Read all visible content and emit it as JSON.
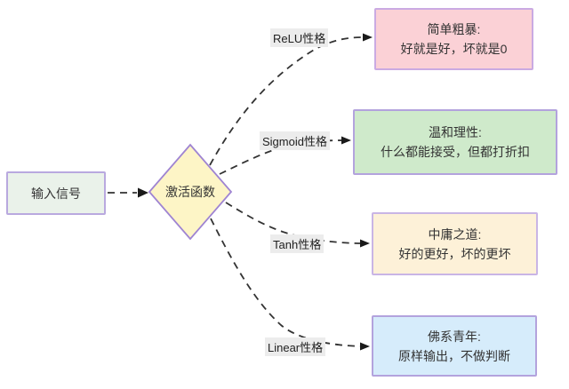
{
  "diagram": {
    "background": "#ffffff",
    "edge_color": "#333333",
    "edge_label_bg": "#ececec",
    "text_color": "#333333",
    "nodes": {
      "input": {
        "label": "输入信号",
        "fill": "#eaf2ea",
        "border": "#b9a9df"
      },
      "activation": {
        "label": "激活函数",
        "fill": "#fdf5c6",
        "border": "#9f84d2"
      }
    },
    "branches": [
      {
        "edge_label": "ReLU性格",
        "title": "简单粗暴:",
        "description": "好就是好，坏就是0",
        "fill": "#fbd1d6",
        "border": "#caaae2"
      },
      {
        "edge_label": "Sigmoid性格",
        "title": "温和理性:",
        "description": "什么都能接受，但都打折扣",
        "fill": "#cfeacb",
        "border": "#b3a3dd"
      },
      {
        "edge_label": "Tanh性格",
        "title": "中庸之道:",
        "description": "好的更好，坏的更坏",
        "fill": "#fdf1d8",
        "border": "#c9b5e5"
      },
      {
        "edge_label": "Linear性格",
        "title": "佛系青年:",
        "description": "原样输出，不做判断",
        "fill": "#d6ecfb",
        "border": "#b3a3dd"
      }
    ]
  }
}
